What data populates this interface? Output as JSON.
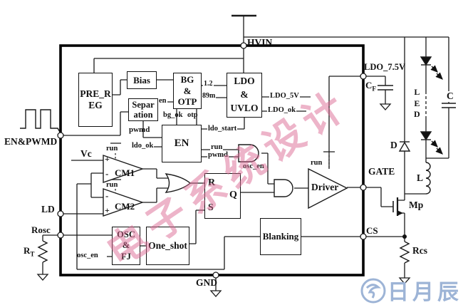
{
  "pins": {
    "hvin": "HVIN",
    "en_pwmd": "EN&PWMD",
    "ld": "LD",
    "rosc": "Rosc",
    "gnd": "GND",
    "ldo_7v5": "LDO_7.5V",
    "gate": "GATE",
    "cs": "CS"
  },
  "blocks": {
    "pre_reg": "PRE_R\nEG",
    "bias": "Bias",
    "separation": "Separ\nation",
    "bg_otp": "BG\n&\nOTP",
    "ldo_uvlo": "LDO\n&\nUVLO",
    "en": "EN",
    "cm1": "CM1",
    "cm2": "CM2",
    "driver": "Driver",
    "osc_fj": "OSC\n&\nFJ",
    "one_shot": "One_shot",
    "blanking": "Blanking",
    "latch_r": "R",
    "latch_s": "S",
    "latch_q": "Q"
  },
  "signals": {
    "en": "en",
    "bg_ok": "bg_ok",
    "otp": "otp",
    "ref_1v2": "1.2",
    "ref_89m": "89m",
    "ldo_5v": "LDO_5V",
    "ldo_ok": "LDO_ok",
    "ldo_start": "ldo_start",
    "pwmd": "pwmd",
    "ldo_ok_in": "ldo_ok",
    "run": "run",
    "osc_en": "osc_en",
    "vc": "Vc",
    "plus": "+",
    "minus": "-"
  },
  "components": {
    "cf_main": "C",
    "cf_sub": "F",
    "rt_main": "R",
    "rt_sub": "T",
    "rcs": "Rcs",
    "led_vertical": "L\nE\nD",
    "out_cap": "C",
    "diode": "D",
    "inductor": "L",
    "mosfet": "Mp"
  },
  "watermarks": {
    "diagonal": "电子系统设计",
    "logo": "日月辰"
  }
}
